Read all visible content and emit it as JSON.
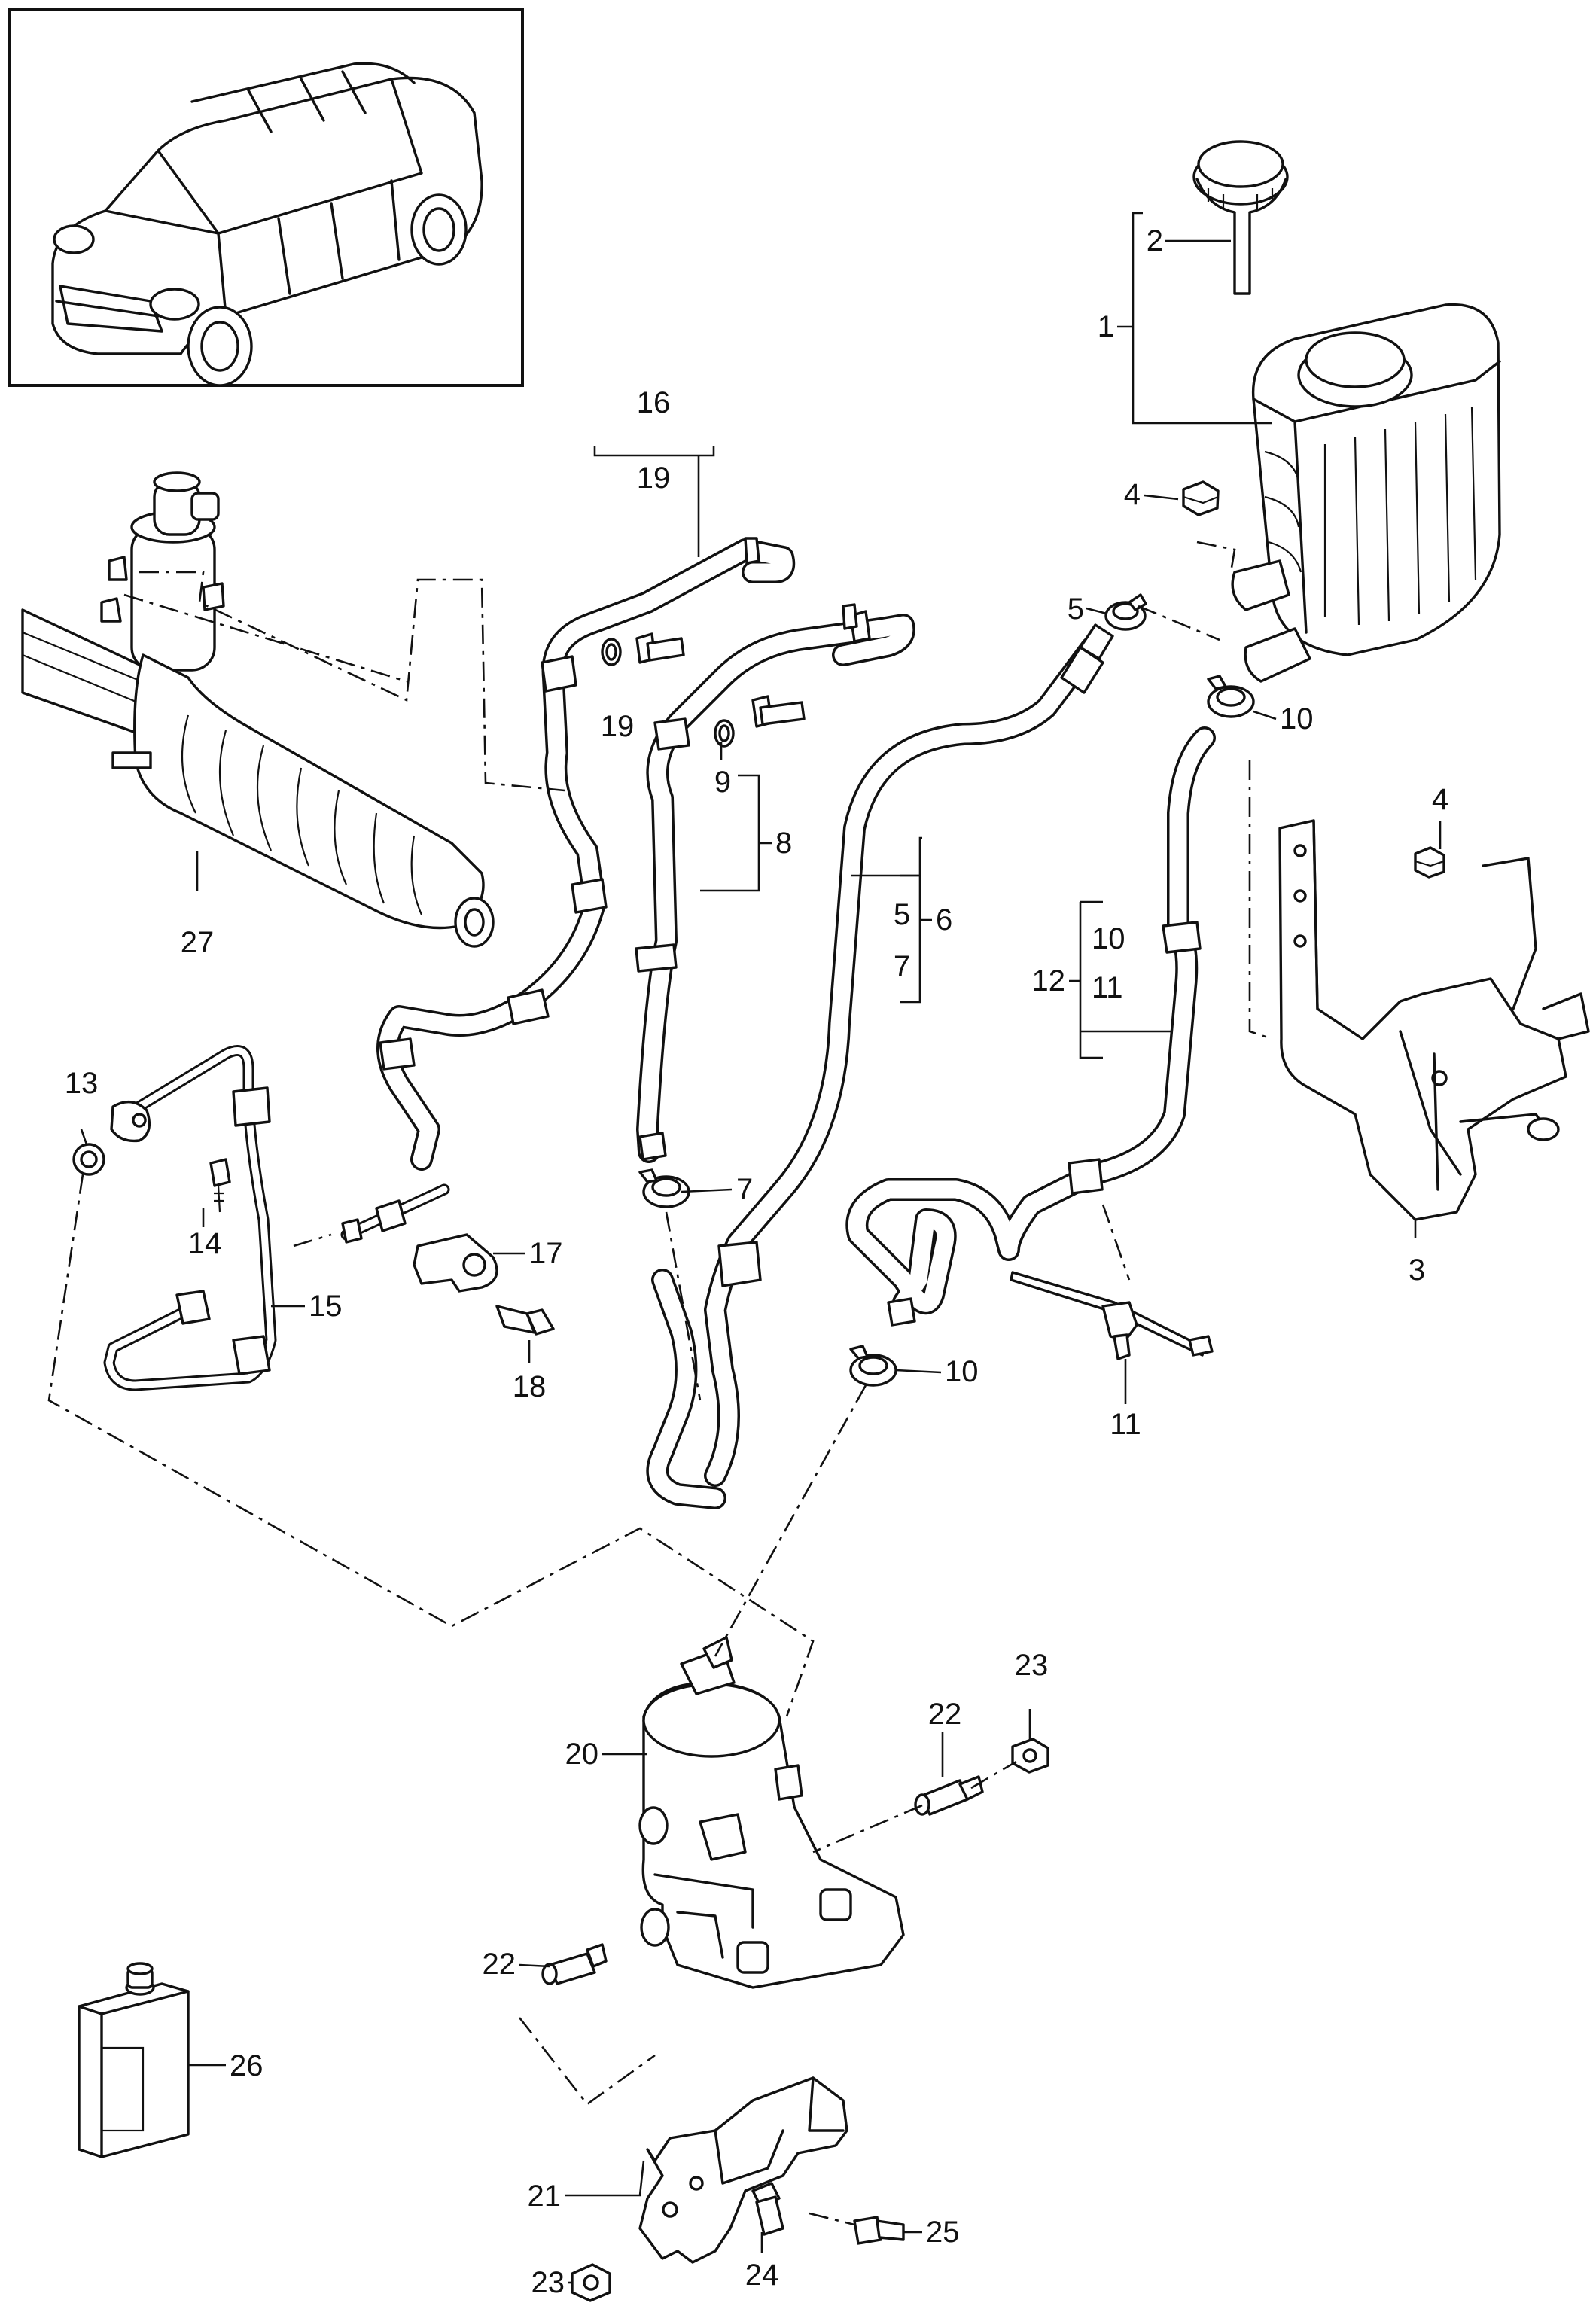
{
  "callouts": {
    "c1": "1",
    "c2": "2",
    "c3": "3",
    "c4a": "4",
    "c4b": "4",
    "c5a": "5",
    "c5b": "5",
    "c6": "6",
    "c7a": "7",
    "c7b": "7",
    "c8": "8",
    "c9": "9",
    "c10a": "10",
    "c10b": "10",
    "c10c": "10",
    "c11a": "11",
    "c11b": "11",
    "c12": "12",
    "c13": "13",
    "c14": "14",
    "c15": "15",
    "c16": "16",
    "c17": "17",
    "c18": "18",
    "c19a": "19",
    "c19b": "19",
    "c20": "20",
    "c21": "21",
    "c22a": "22",
    "c22b": "22",
    "c23a": "23",
    "c23b": "23",
    "c24": "24",
    "c25": "25",
    "c26": "26",
    "c27": "27"
  }
}
